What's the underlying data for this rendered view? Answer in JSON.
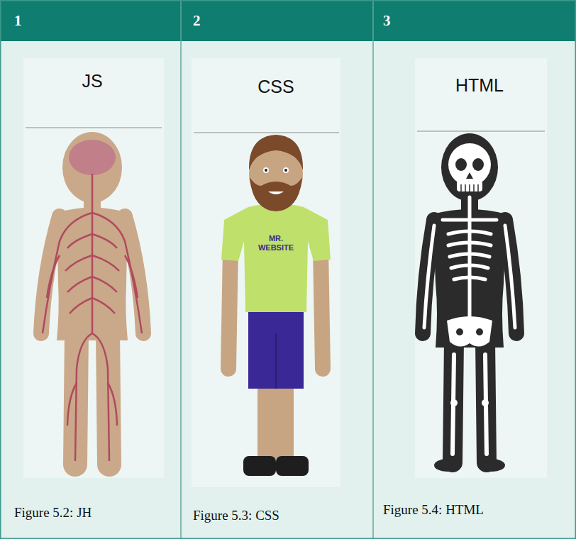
{
  "diagram": {
    "labels": [
      "1",
      "2",
      "3",
      "JS",
      "CSS",
      "HTML",
      "MR. WEBSITE",
      "Figure 5.2: JH",
      "Figure 5.3: CSS",
      "Figure 5.4: HTML"
    ]
  }
}
